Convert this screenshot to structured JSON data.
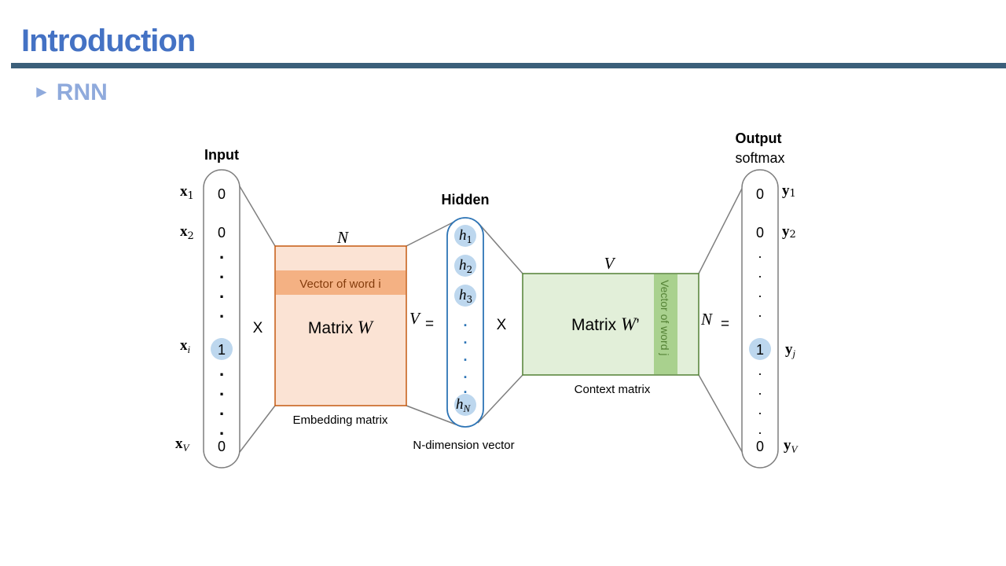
{
  "slide": {
    "title": "Introduction",
    "bullet": "RNN"
  },
  "colors": {
    "title": "#4472c4",
    "bullet": "#8faadc",
    "rule": "#3b5f7a",
    "embedding_fill": "#fbe3d4",
    "embedding_border": "#c55a11",
    "embedding_row": "#f4b183",
    "context_fill": "#e2efd9",
    "context_border": "#538135",
    "context_col": "#a9d18e",
    "hidden_border": "#2e75b6",
    "circle_fill": "#bdd7ee"
  },
  "diagram": {
    "input": {
      "heading": "Input",
      "values": [
        "0",
        "0",
        "1",
        "0"
      ],
      "dots": [
        ".",
        ".",
        ".",
        ".",
        ".",
        ".",
        ".",
        "."
      ],
      "labels": {
        "x1": "x",
        "x1_sub": "1",
        "x2": "x",
        "x2_sub": "2",
        "xi": "x",
        "xi_sub": "i",
        "xV": "x",
        "xV_sub": "V"
      }
    },
    "op1": "X",
    "embedding": {
      "top_label": "N",
      "row_label": "Vector of word i",
      "matrix_text": "Matrix ",
      "matrix_var": "W",
      "caption": "Embedding matrix"
    },
    "equals1": {
      "var": "V",
      "sign": "="
    },
    "hidden": {
      "heading": "Hidden",
      "units": [
        {
          "h": "h",
          "sub": "1"
        },
        {
          "h": "h",
          "sub": "2"
        },
        {
          "h": "h",
          "sub": "3"
        },
        {
          "h": "h",
          "sub": "N"
        }
      ],
      "dots": [
        ".",
        ".",
        ".",
        ".",
        "."
      ],
      "caption": "N-dimension vector"
    },
    "op2": "X",
    "context": {
      "top_label": "V",
      "col_label": "Vector of word j",
      "matrix_text": "Matrix ",
      "matrix_var": "W",
      "matrix_prime": "’",
      "caption": "Context matrix"
    },
    "equals2": {
      "var": "N",
      "sign": "="
    },
    "output": {
      "heading": "Output",
      "subheading": "softmax",
      "values": [
        "0",
        "0",
        "1",
        "0"
      ],
      "dots": [
        ".",
        ".",
        ".",
        ".",
        ".",
        ".",
        ".",
        "."
      ],
      "labels": {
        "y1": "y",
        "y1_sub": "1",
        "y2": "y",
        "y2_sub": "2",
        "yj": "y",
        "yj_sub": "j",
        "yV": "y",
        "yV_sub": "V"
      }
    }
  }
}
